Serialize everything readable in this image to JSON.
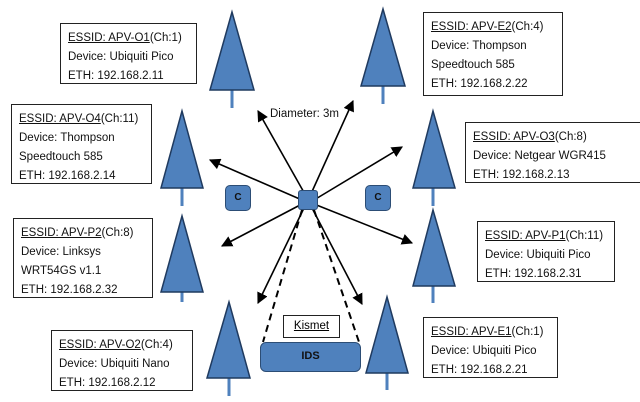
{
  "diagram": {
    "diameter_label": "Diameter: 3m",
    "kismet_label": "Kismet",
    "ids_label": "IDS",
    "client_label": "C",
    "colors": {
      "node_fill": "#4f81bd",
      "node_stroke": "#2c4d75",
      "arrow": "#000000"
    },
    "access_points": [
      {
        "id": "O1",
        "essid": "ESSID: APV-O1",
        "channel": "(Ch:1)",
        "lines": [
          "Device: Ubiquiti Pico",
          "ETH: 192.168.2.11"
        ]
      },
      {
        "id": "E2",
        "essid": "ESSID: APV-E2",
        "channel": "(Ch:4)",
        "lines": [
          "Device: Thompson",
          "Speedtouch 585",
          "ETH: 192.168.2.22"
        ]
      },
      {
        "id": "O4",
        "essid": "ESSID: APV-O4",
        "channel": "(Ch:11)",
        "lines": [
          "Device: Thompson",
          "Speedtouch 585",
          "ETH: 192.168.2.14"
        ]
      },
      {
        "id": "O3",
        "essid": "ESSID: APV-O3",
        "channel": "(Ch:8)",
        "lines": [
          "Device: Netgear WGR415",
          "ETH: 192.168.2.13"
        ]
      },
      {
        "id": "P2",
        "essid": "ESSID: APV-P2",
        "channel": "(Ch:8)",
        "lines": [
          "Device: Linksys",
          "WRT54GS v1.1",
          "ETH: 192.168.2.32"
        ]
      },
      {
        "id": "P1",
        "essid": "ESSID: APV-P1",
        "channel": "(Ch:11)",
        "lines": [
          "Device: Ubiquiti Pico",
          "ETH: 192.168.2.31"
        ]
      },
      {
        "id": "O2",
        "essid": "ESSID: APV-O2",
        "channel": "(Ch:4)",
        "lines": [
          "Device: Ubiquiti Nano",
          "ETH: 192.168.2.12"
        ]
      },
      {
        "id": "E1",
        "essid": "ESSID: APV-E1",
        "channel": "(Ch:1)",
        "lines": [
          "Device: Ubiquiti Pico",
          "ETH: 192.168.2.21"
        ]
      }
    ]
  }
}
